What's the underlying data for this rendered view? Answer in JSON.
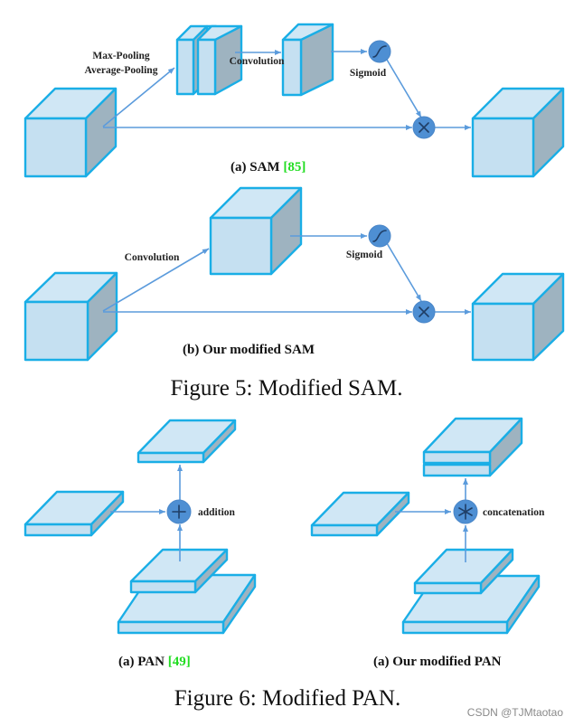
{
  "figure5": {
    "panel_a": {
      "label_pooling_1": "Max-Pooling",
      "label_pooling_2": "Average-Pooling",
      "label_conv": "Convolution",
      "label_sigmoid": "Sigmoid",
      "multiply_symbol": "×",
      "caption_prefix": "(a) SAM ",
      "caption_ref": "[85]"
    },
    "panel_b": {
      "label_conv": "Convolution",
      "label_sigmoid": "Sigmoid",
      "multiply_symbol": "×",
      "caption": "(b) Our modified SAM"
    },
    "caption": "Figure 5: Modified SAM."
  },
  "figure6": {
    "panel_a": {
      "label_op": "addition",
      "op_symbol": "+",
      "caption_prefix": "(a) PAN ",
      "caption_ref": "[49]"
    },
    "panel_b": {
      "label_op": "concatenation",
      "op_symbol": "*",
      "caption": "(a) Our modified PAN"
    },
    "caption": "Figure 6: Modified PAN."
  },
  "watermark": "CSDN @TJMtaotao",
  "colors": {
    "box_edge": "#1aaee6",
    "box_face": "#c5e0f1",
    "box_side": "#9eb3c0",
    "arrow": "#5b9bdc",
    "node": "#4e8fd3",
    "ref_link": "#22dd22"
  }
}
